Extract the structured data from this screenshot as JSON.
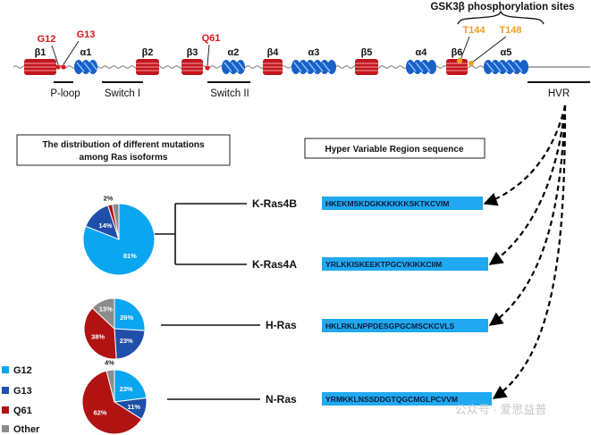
{
  "header": {
    "gsk_label": "GSK3β phosphorylation sites"
  },
  "structure": {
    "elements": [
      {
        "label": "β1",
        "kind": "strand"
      },
      {
        "label": "α1",
        "kind": "helix"
      },
      {
        "label": "β2",
        "kind": "strand"
      },
      {
        "label": "β3",
        "kind": "strand"
      },
      {
        "label": "α2",
        "kind": "helix"
      },
      {
        "label": "β4",
        "kind": "strand"
      },
      {
        "label": "α3",
        "kind": "helix"
      },
      {
        "label": "β5",
        "kind": "strand"
      },
      {
        "label": "α4",
        "kind": "helix"
      },
      {
        "label": "β6",
        "kind": "strand"
      },
      {
        "label": "α5",
        "kind": "helix"
      }
    ],
    "mutation_sites": [
      "G12",
      "G13",
      "Q61"
    ],
    "phospho_sites": [
      "T144",
      "T148"
    ],
    "regions": [
      "P-loop",
      "Switch I",
      "Switch II",
      "HVR"
    ]
  },
  "boxes": {
    "distribution_title": "The distribution of different mutations among Ras isoforms",
    "hvr_title": "Hyper Variable Region sequence"
  },
  "isoforms": [
    {
      "name": "K-Ras4B",
      "sequence": "HKEKMSKDGKKKKKKSKTKCVIM"
    },
    {
      "name": "K-Ras4A",
      "sequence": "YRLKKISKEEKTPGCVKIKKCIIM"
    },
    {
      "name": "H-Ras",
      "sequence": "HKLRKLNPPDESGPGCMSCKCVLS"
    },
    {
      "name": "N-Ras",
      "sequence": "YRMKKLNSSDDGTQGCMGLPCVVM"
    }
  ],
  "legend": [
    {
      "label": "G12",
      "color": "#0aa6ef"
    },
    {
      "label": "G13",
      "color": "#1f4fa8"
    },
    {
      "label": "Q61",
      "color": "#b11212"
    },
    {
      "label": "Other",
      "color": "#8c8c8c"
    }
  ],
  "colors": {
    "strand": "#c0171e",
    "helix": "#1761c8",
    "sequence_box": "#20a9f0",
    "mutation": "#e0141c",
    "phospho": "#f0a020"
  },
  "chart_data": [
    {
      "type": "pie",
      "name": "K-Ras4B/K-Ras",
      "categories": [
        "G12",
        "G13",
        "Q61",
        "Other"
      ],
      "values": [
        81,
        14,
        2,
        3
      ],
      "labels": [
        "81%",
        "14%",
        "2%",
        ""
      ]
    },
    {
      "type": "pie",
      "name": "H-Ras",
      "categories": [
        "G12",
        "G13",
        "Q61",
        "Other"
      ],
      "values": [
        26,
        23,
        38,
        13
      ],
      "labels": [
        "26%",
        "23%",
        "38%",
        "13%"
      ]
    },
    {
      "type": "pie",
      "name": "N-Ras",
      "categories": [
        "G12",
        "G13",
        "Q61",
        "Other"
      ],
      "values": [
        23,
        11,
        62,
        4
      ],
      "labels": [
        "23%",
        "11%",
        "62%",
        "4%"
      ]
    }
  ],
  "watermark": "公众号 · 爱思益普"
}
